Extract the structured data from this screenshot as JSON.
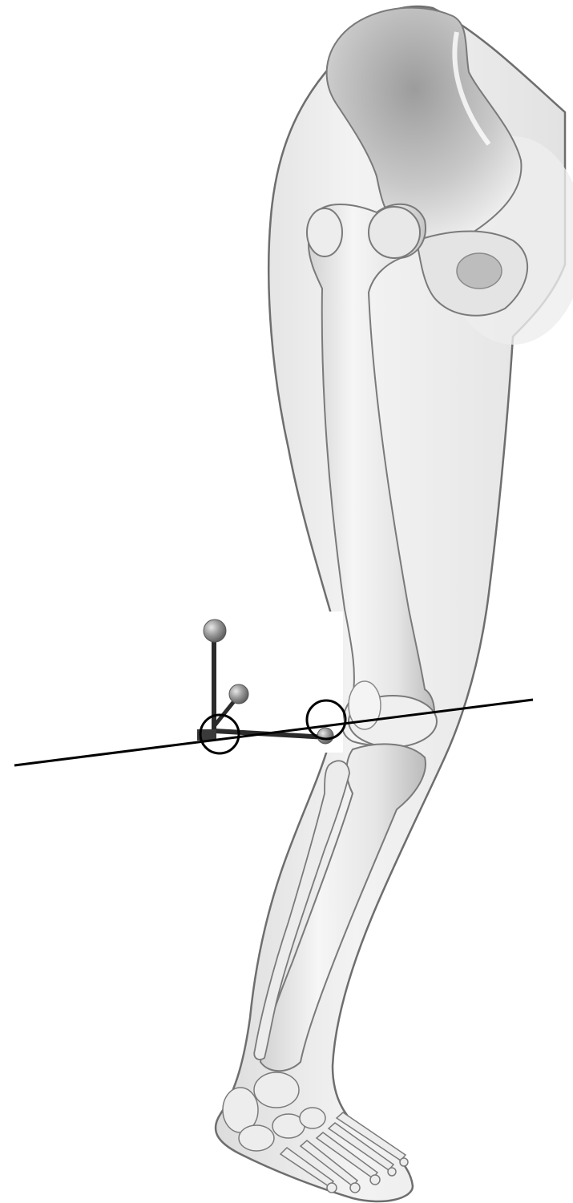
{
  "figure": {
    "subject": "leg-skeleton-with-knee-marker-cluster",
    "colors": {
      "background": "#ffffff",
      "skin_outline": "#6e6e6e",
      "skin_fill": "#ececec",
      "bone_fill": "#f2f2f2",
      "bone_shadow": "#bdbdbd",
      "bone_outline": "#7a7a7a",
      "marker_ball": "#9a9a9a",
      "marker_stick": "#2b2b2b",
      "annotation": "#000000",
      "inset_panel": "#ffffff"
    },
    "annotations": {
      "knee_axis_line": "knee-axis-line",
      "marker_circles": [
        "medial-marker-circle",
        "lateral-marker-circle"
      ]
    }
  }
}
